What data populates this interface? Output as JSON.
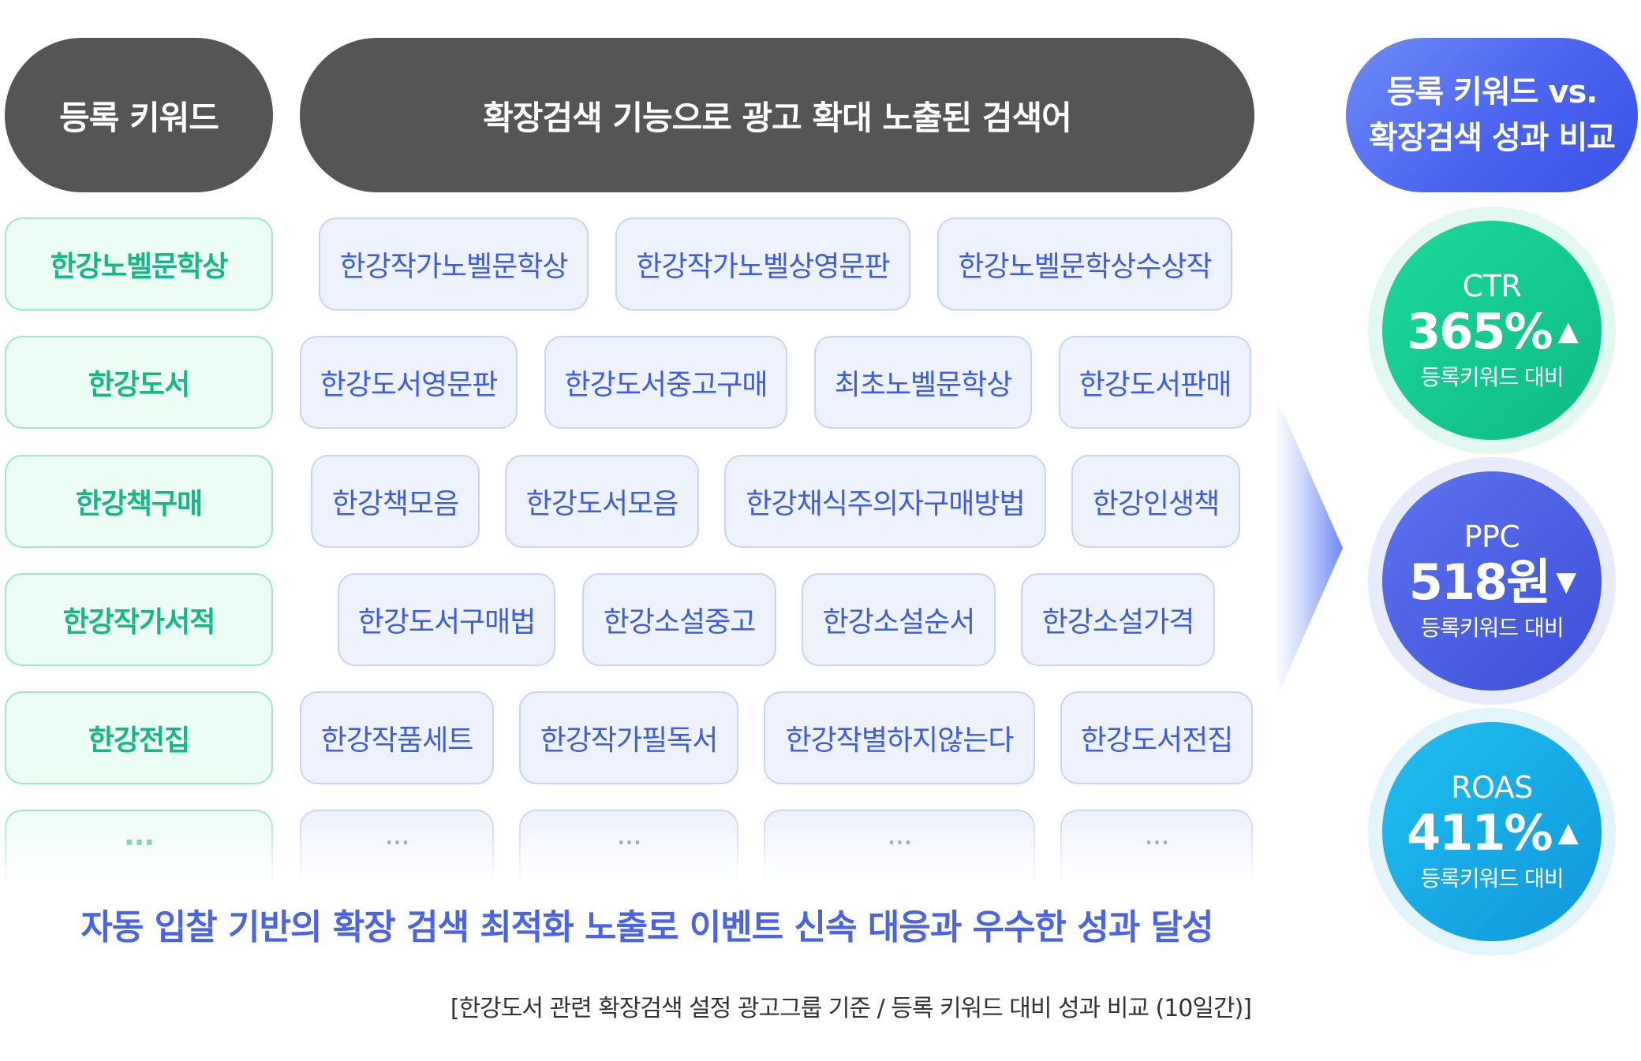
{
  "headers": {
    "registered": "등록 키워드",
    "extended": "확장검색 기능으로 광고 확대 노출된 검색어",
    "comparison_line1": "등록 키워드 vs.",
    "comparison_line2": "확장검색 성과 비교"
  },
  "rows": [
    {
      "keyword": "한강노벨문학상",
      "terms": [
        "한강작가노벨문학상",
        "한강작가노벨상영문판",
        "한강노벨문학상수상작"
      ]
    },
    {
      "keyword": "한강도서",
      "terms": [
        "한강도서영문판",
        "한강도서중고구매",
        "최초노벨문학상",
        "한강도서판매"
      ]
    },
    {
      "keyword": "한강책구매",
      "terms": [
        "한강책모음",
        "한강도서모음",
        "한강채식주의자구매방법",
        "한강인생책"
      ]
    },
    {
      "keyword": "한강작가서적",
      "terms": [
        "한강도서구매법",
        "한강소설중고",
        "한강소설순서",
        "한강소설가격"
      ]
    },
    {
      "keyword": "한강전집",
      "terms": [
        "한강작품세트",
        "한강작가필독서",
        "한강작별하지않는다",
        "한강도서전집"
      ]
    },
    {
      "keyword": "···",
      "terms": [
        "···",
        "···",
        "···",
        "···",
        "···"
      ]
    }
  ],
  "metrics": [
    {
      "label": "CTR",
      "value": "365%",
      "direction": "up",
      "arrow": "▲",
      "sub": "등록키워드 대비",
      "color": "#14c98d"
    },
    {
      "label": "PPC",
      "value": "518원",
      "direction": "down",
      "arrow": "▼",
      "sub": "등록키워드 대비",
      "color": "#4b5fe6"
    },
    {
      "label": "ROAS",
      "value": "411%",
      "direction": "up",
      "arrow": "▲",
      "sub": "등록키워드 대비",
      "color": "#15a9e8"
    }
  ],
  "summary": "자동 입찰 기반의 확장 검색 최적화 노출로 이벤트 신속 대응과 우수한 성과 달성",
  "footnote": "[한강도서 관련 확장검색 설정 광고그룹 기준 / 등록 키워드 대비 성과 비교 (10일간)]"
}
